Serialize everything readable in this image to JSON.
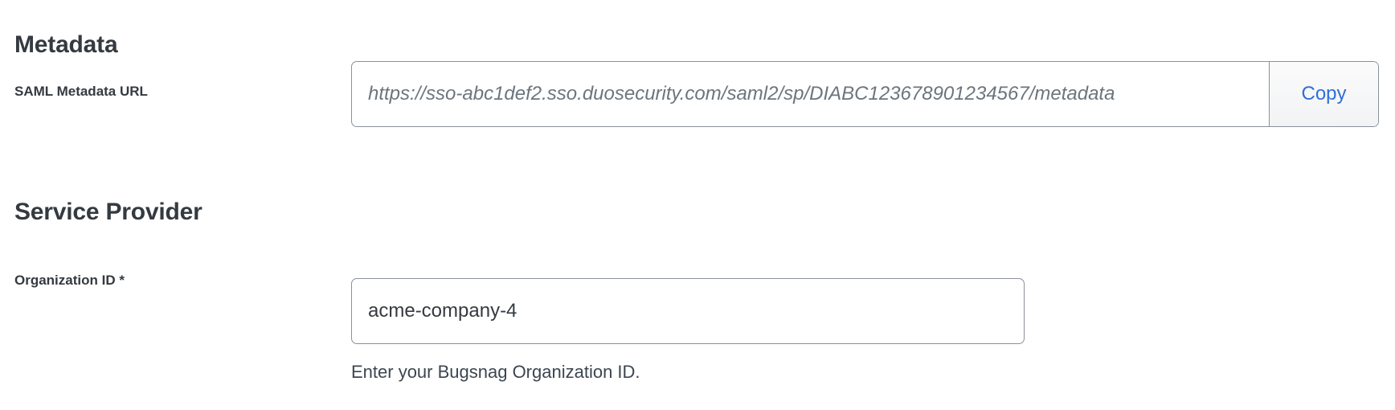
{
  "sections": [
    {
      "id": "metadata",
      "heading": "Metadata",
      "fields": [
        {
          "label": "SAML Metadata URL",
          "value": "https://sso-abc1def2.sso.duosecurity.com/saml2/sp/DIABC123678901234567/metadata",
          "readonly": true,
          "italic": true,
          "action_label": "Copy",
          "action_icon": "copy-icon"
        }
      ]
    },
    {
      "id": "service-provider",
      "heading": "Service Provider",
      "fields": [
        {
          "label": "Organization ID *",
          "value": "acme-company-4",
          "placeholder": "",
          "help": "Enter your Bugsnag Organization ID."
        }
      ]
    }
  ],
  "colors": {
    "text": "#343a40",
    "muted": "#6c757d",
    "link": "#2f6fd8",
    "border": "#8a9199",
    "button_bg": "#f3f4f5",
    "background": "#ffffff"
  }
}
